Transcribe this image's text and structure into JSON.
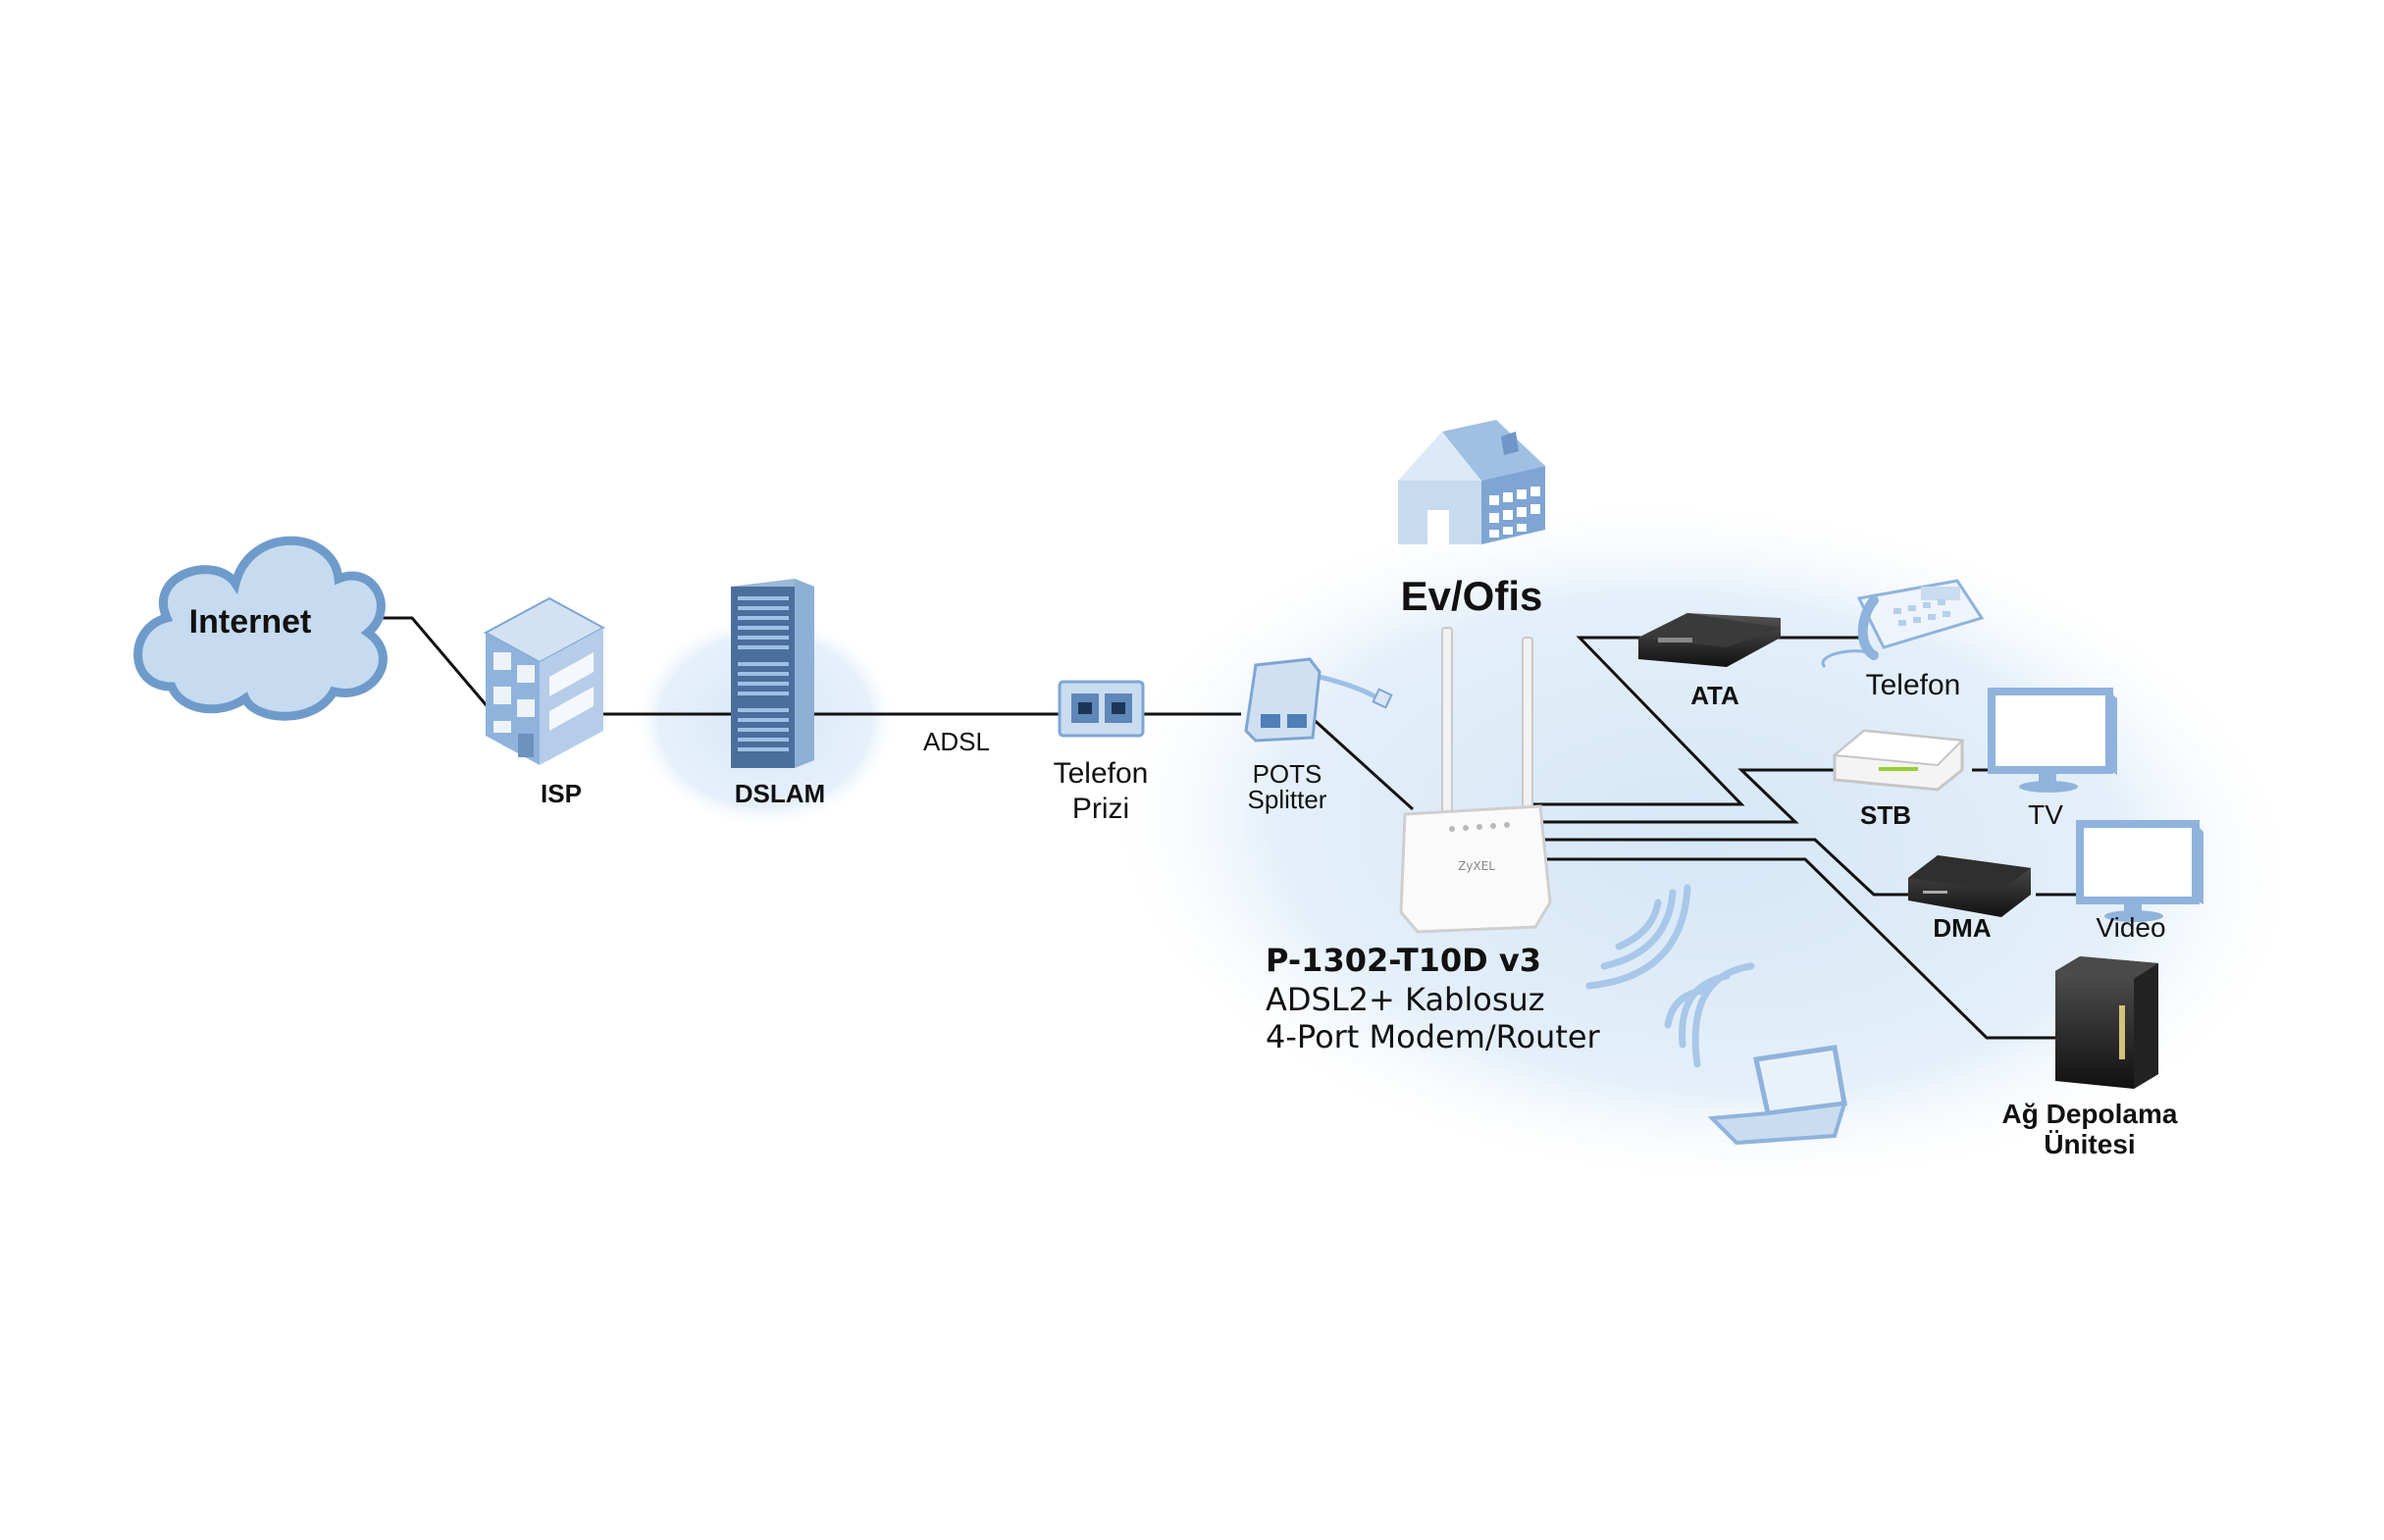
{
  "labels": {
    "internet": "Internet",
    "isp": "ISP",
    "dslam": "DSLAM",
    "adsl": "ADSL",
    "wall_jack_line1": "Telefon",
    "wall_jack_line2": "Prizi",
    "splitter_line1": "POTS",
    "splitter_line2": "Splitter",
    "home": "Ev/Ofis",
    "ata": "ATA",
    "phone": "Telefon",
    "stb": "STB",
    "tv": "TV",
    "dma": "DMA",
    "video": "Video",
    "nas_line1": "Ağ Depolama",
    "nas_line2": "Ünitesi",
    "router_model": "P-1302-T10D v3",
    "router_desc1": "ADSL2+ Kablosuz",
    "router_desc2": "4-Port Modem/Router",
    "router_brand": "ZyXEL"
  },
  "icons": [
    "cloud-icon",
    "building-icon",
    "server-rack-icon",
    "wall-jack-icon",
    "splitter-icon",
    "house-icon",
    "router-icon",
    "ata-icon",
    "phone-icon",
    "stb-icon",
    "tv-icon",
    "dma-icon",
    "monitor-icon",
    "nas-icon",
    "laptop-icon",
    "wifi-icon"
  ],
  "colors": {
    "accent_blue": "#8fb3dc",
    "light_blue": "#c9dcf0",
    "halo": "#e2eef9",
    "wire": "#111111"
  }
}
